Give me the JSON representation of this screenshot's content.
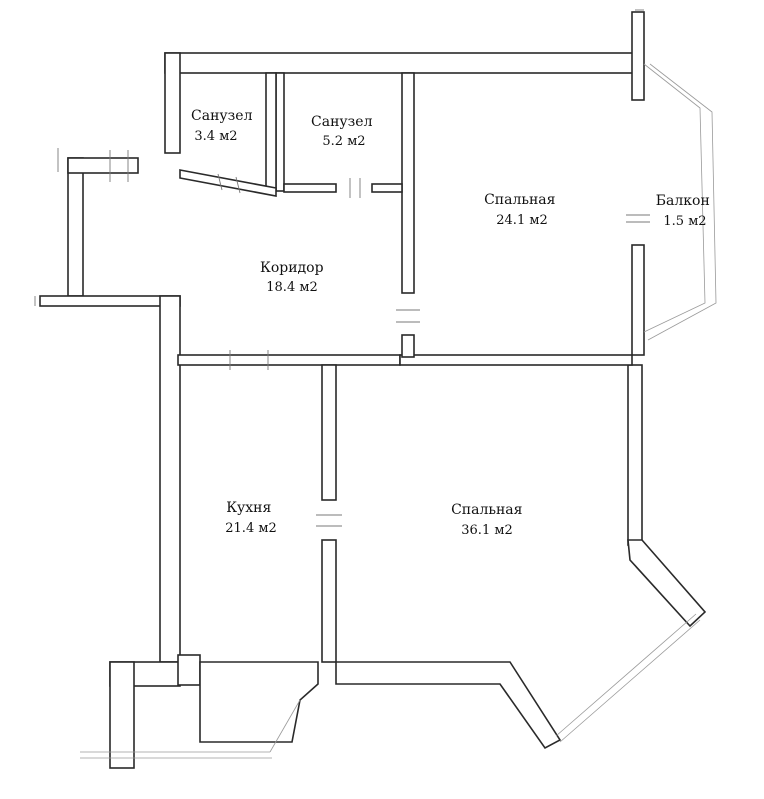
{
  "rooms": [
    {
      "name": "Санузел",
      "area": "3.4 м2"
    },
    {
      "name": "Санузел",
      "area": "5.2 м2"
    },
    {
      "name": "Спальная",
      "area": "24.1 м2"
    },
    {
      "name": "Балкон",
      "area": "1.5 м2"
    },
    {
      "name": "Коридор",
      "area": "18.4 м2"
    },
    {
      "name": "Кухня",
      "area": "21.4 м2"
    },
    {
      "name": "Спальная",
      "area": "36.1 м2"
    }
  ]
}
